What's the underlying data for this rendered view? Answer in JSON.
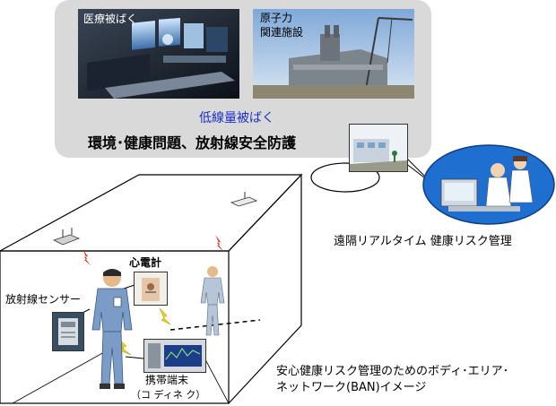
{
  "top_panel": {
    "medical_label": "医療被ばく",
    "nuclear_label_line1": "原子力",
    "nuclear_label_line2": "関連施設",
    "low_dose_label": "低線量被ばく",
    "heading": "環境･健康問題、放射線安全防護"
  },
  "remote": {
    "label": "遠隔リアルタイム 健康リスク管理"
  },
  "body_area": {
    "ecg_label": "心電計",
    "sensor_label": "放射線センサー",
    "mobile_label": "携帯端末",
    "coordinator_label": "（コ ディネ ク）"
  },
  "caption": {
    "line1": "安心健康リスク管理のためのボディ･エリア･",
    "line2": "ネットワーク(BAN)イメージ"
  },
  "colors": {
    "panel_bg": "#d9d9d9",
    "low_dose_text": "#1a2fc6",
    "bubble_fill": "#1f6fd1"
  }
}
